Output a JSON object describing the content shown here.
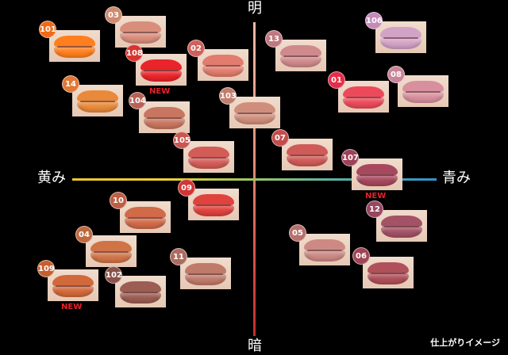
{
  "axis": {
    "top": "明",
    "bottom": "暗",
    "left": "黄み",
    "right": "青み"
  },
  "caption": "仕上がりイメージ",
  "new_label": "NEW",
  "swatches": [
    {
      "id": "101",
      "color": "#ff7f1e",
      "badge": "#ef6a18"
    },
    {
      "id": "03",
      "color": "#d98e7c",
      "badge": "#cf8a6f"
    },
    {
      "id": "108",
      "color": "#e9242a",
      "badge": "#d8342d",
      "is_new": true
    },
    {
      "id": "02",
      "color": "#e27c6e",
      "badge": "#d0605a"
    },
    {
      "id": "14",
      "color": "#e88a3a",
      "badge": "#e07837"
    },
    {
      "id": "104",
      "color": "#c8765f",
      "badge": "#b86255"
    },
    {
      "id": "103",
      "color": "#cf8e7c",
      "badge": "#c07e6e"
    },
    {
      "id": "105",
      "color": "#d45c57",
      "badge": "#c8574f"
    },
    {
      "id": "13",
      "color": "#d08a8c",
      "badge": "#c07880"
    },
    {
      "id": "106",
      "color": "#d3a2c7",
      "badge": "#c68ab9"
    },
    {
      "id": "01",
      "color": "#ec4a5b",
      "badge": "#e52d48"
    },
    {
      "id": "08",
      "color": "#d88f9e",
      "badge": "#c98598"
    },
    {
      "id": "07",
      "color": "#d05a58",
      "badge": "#c24d4c"
    },
    {
      "id": "107",
      "color": "#a8485e",
      "badge": "#9c4258",
      "is_new": true
    },
    {
      "id": "09",
      "color": "#e0423e",
      "badge": "#d23533"
    },
    {
      "id": "10",
      "color": "#d06a48",
      "badge": "#bc5f45"
    },
    {
      "id": "12",
      "color": "#a45266",
      "badge": "#98465f"
    },
    {
      "id": "04",
      "color": "#d07448",
      "badge": "#c0693f"
    },
    {
      "id": "05",
      "color": "#cd8a85",
      "badge": "#b7706a"
    },
    {
      "id": "11",
      "color": "#bf7a6a",
      "badge": "#ad6c5f"
    },
    {
      "id": "06",
      "color": "#b0505a",
      "badge": "#9f4556"
    },
    {
      "id": "109",
      "color": "#d2693a",
      "badge": "#c55f31",
      "is_new": true
    },
    {
      "id": "102",
      "color": "#9c5d52",
      "badge": "#8b5249"
    }
  ]
}
